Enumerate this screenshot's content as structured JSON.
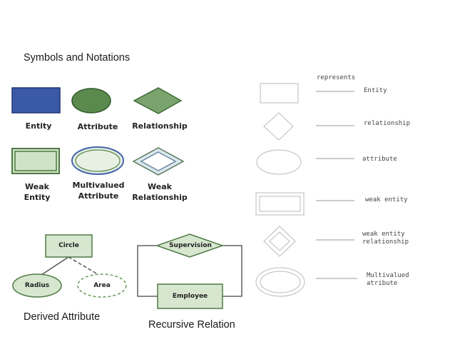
{
  "title": "Symbols and Notations",
  "symbols": {
    "entity": "Entity",
    "attribute": "Attribute",
    "relationship": "Relationship",
    "weak_entity_1": "Weak",
    "weak_entity_2": "Entity",
    "multivalued_1": "Multivalued",
    "multivalued_2": "Attribute",
    "weak_rel_1": "Weak",
    "weak_rel_2": "Relationship"
  },
  "derived": {
    "circle": "Circle",
    "radius": "Radius",
    "area": "Area",
    "caption": "Derived Attribute"
  },
  "recursive": {
    "supervision": "Supervision",
    "employee": "Employee",
    "caption": "Recursive Relation"
  },
  "legend": {
    "header": "represents",
    "entity": "Entity",
    "relationship": "relationship",
    "attribute": "attribute",
    "weak_entity": "weak entity",
    "weak_rel_1": "weak entity",
    "weak_rel_2": "relationship",
    "multivalued_1": "Multivalued",
    "multivalued_2": "atribute"
  },
  "colors": {
    "entity_fill": "#3a5aa8",
    "attribute_fill": "#5b8a4e",
    "relationship_fill": "#7ba36e",
    "weak_fill": "#cfe3c6",
    "weak_border": "#4f7a44",
    "multi_inner": "#4466aa",
    "legend_stroke": "#bbbbbb"
  }
}
